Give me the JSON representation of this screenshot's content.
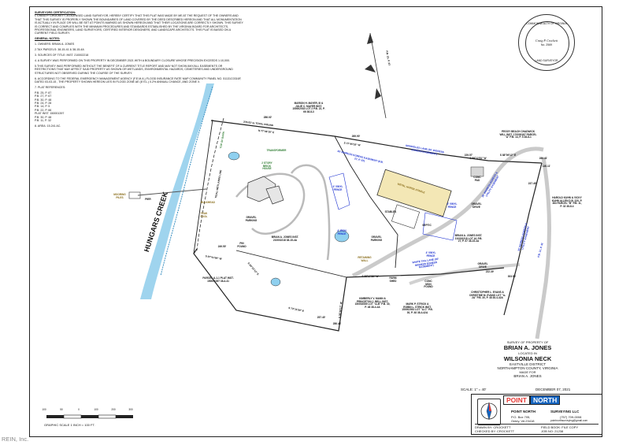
{
  "notes": {
    "cert_heading": "SURVEYORS CERTIFICATION:",
    "cert_text": "I, CRAIG P. CROCKETT, A LICENSED LAND SURVEYOR, HEREBY CERTIFY THAT THIS PLAT WAS MADE BY ME AT THE REQUEST OF THE OWNERS AND THAT THIS SURVEY IS PROPERLY SHOWN THE BOUNDARIES OF LAND COVERED BY THE DEED DESCRIBED HEREON AND THAT ALL MONUMENTATION IS ACTUALLY IN PLACE OR WILL BE SET AT POINTS MARKED AS SHOWN HEREON AND THAT THEIR LOCATIONS ARE CORRECTLY SHOWN. THIS SURVEY IS CORRECT AND COMPLIES WITH THE MINIMUM PROCEDURES AND STANDARDS ESTABLISHED BY THE VIRGINIA BOARD FOR ARCHITECTS, PROFESSIONAL ENGINEERS, LAND SURVEYORS, CERTIFIED INTERIOR DESIGNERS, AND LANDSCAPE ARCHITECTS. THIS PLAT IS BASED ON A CURRENT FIELD SURVEY.",
    "general_heading": "GENERAL NOTES:",
    "n1": "1. OWNERS: BRIAN A. JONES",
    "n2": "2.TAX PARCELS: 38-15-41 & 38-15-4A",
    "n3": "3. SOURCES OF TITLE: INST. 210002218",
    "n4": "4. A SURVEY WAS PERFORMED ON THIS PROPERTY IN DECEMBER 2021 WITH A BOUNDARY CLOSURE WHOSE PRECISION EXCEEDS 1:10,000.",
    "n5": "5.THIS SURVEY WAS PERFORMED WITHOUT THE BENEFIT OF A CURRENT TITLE REPORT AND MAY NOT SHOW ANY/ALL EASEMENTS OR RESTRICTIONS THAT MAY AFFECT SAID PROPERTY AS SHOWN OR WETLANDS, ENVIRONMENTAL HAZARDS, CEMETERIES AND UNDERGROUND STRUCTURES NOT OBSERVED DURING THE COURSE OF THE SURVEY.",
    "n6": "6. ACCORDING TO THE FEDERAL EMERGENCY MANAGEMENT AGENCY (F.E.M.A.) FLOOD INSURANCE RATE MAP COMMUNITY PANEL NO. 51131C0316F, DATED 03-03-15 , THE PROPERTY SHOWN HEREON LIES IN FLOOD ZONE AE (8' EL.) 0.2% ANNUAL CHANCE, AND ZONE X.",
    "n7": "7. PLAT REFERENCES:",
    "refs": [
      "P.B. 25, P. 87",
      "P.B. 27, P. 67",
      "P.B. 30, P. 48",
      "P.B. 24, P. 28",
      "P.B. 14, P. 5",
      "P.B. 22, P. 66",
      "PLAT INST. 150001397",
      "P.B. 30, P. 48",
      "P.B. 11, P. 32"
    ],
    "n8": "8. AREA: 15.241 AC."
  },
  "seal": {
    "ring_top": "COMMONWEALTH OF VIRGINIA",
    "name": "Craig P. Crockett",
    "number": "No. 2569",
    "ring_bottom": "LAND SURVEYOR"
  },
  "map_labels": {
    "creek": "HUNGARS CREEK",
    "north_arrow": "P.B. 15, P. 87",
    "wetlands": "TIDAL WETLANDS LINE",
    "owner_a": "MARION H. MAYER, III & JULIE C. MAYER INST. 150002033 LOT 2 P.B. 22, P. 66 38-8-3",
    "owner_b": "PEGGY BEACH CHADWICK WILL INST. 170000187 PARCEL \"A\" P.B. 14, P. 5 38-8-1",
    "owner_c": "HAROLD KUHN & VICKY KUHN ALLEN D.B. 220, P. 363 PARCEL \"B\" P.B. 11, P. 32 38-8-4",
    "owner_d": "BRIAN A. JONES INST. 210002218 38-15-4A",
    "owner_e": "BRIAN A. JONES INST. 210002218 LOT A1 P.B. 27, P. 67 38-15-4A",
    "owner_f": "PARCEL A-1-1 PLAT INST. 150001397 38-4-41",
    "owner_g": "KIMBERLY V. MANN & PRINCETON J. BELL INST. 150002069 LOT \"A-B\" P.B. 30, P. 48 38-4-4A",
    "owner_h": "MARK P. STRICK & ROBIN L. STRICK INST. 150002052 LOT \"A-C\" P.B. 30, P. 48 38-4-42A",
    "owner_i": "CHRISTOPHER L. EVANS & CHRISTINE M. EVANS LOT \"A-2A\" P.B. 30, P. 48 38-4-42A",
    "easement_1": "SPRINGLES LANE (30' INGRESS EGRESS EASEMENT)",
    "easement_2": "30' INGRESS EGRESS EASEMENT (P.B. 27, P. 67)",
    "easement_3": "WHITE TAIL LANE (30' INGRESS EGRESS EASEMENT)",
    "easement_4": "30' INGRESS EGRESS & UTILITY EASEMENT",
    "easement_5": "30' INGRESS EGRESS & UTILITY EASEMENT",
    "easement_6": "P.B. 11, P. 32",
    "fence_1": "4' VINYL FENCE",
    "fence_2": "4' VINYL FENCE",
    "fence_3": "4' VINYL FENCE",
    "fence_4": "4' IRON FENCE",
    "building_1": "METAL HORSE STABLE",
    "building_2": "2 STORY BRICK HOUSE",
    "building_3": "STABLES",
    "building_4": "SEPTIC",
    "building_5": "TRANSFORMER",
    "building_6": "PIER",
    "building_7": "MOORING PILES",
    "building_8": "GRAVEL PARKING",
    "building_9": "GRAVEL PARKING",
    "building_10": "RETAINING WALL",
    "building_11": "FARM SHED",
    "building_12": "TEAK POOL",
    "building_13": "BULKHEAD",
    "building_14": "CONC PAD",
    "building_15": "GRAVEL DRIVE",
    "building_16": "GRAVEL DRIVE",
    "building_17": "TOP OF BANK",
    "building_18": "CONC MON FOUND",
    "building_19": "PIN FOUND",
    "bearing_1": "279.83' to TOTAL BOUND",
    "bearing_2": "N 77°49'18\" E",
    "bearing_3": "S 89°12'51\" W",
    "bearing_4": "S 88°17'30\" W",
    "bearing_5": "S 88°09'12\" E",
    "bearing_6": "S 77°45'18\" W",
    "bearing_7": "S 87°41'59\" W",
    "bearing_8": "S 73°11'59\" E",
    "bearing_9": "S 05°15'17\" W",
    "bearing_10": "S 60°12'12\" E",
    "dist_1": "286.02'",
    "dist_2": "249.50'",
    "dist_3": "222.39'",
    "dist_4": "280.41'",
    "dist_5": "257.40'",
    "dist_6": "269.90'",
    "dist_7": "286.48'",
    "dist_8": "229.57'",
    "dist_9": "237.49'",
    "dist_10": "140.11'",
    "dist_11": "303.56'"
  },
  "survey_title": {
    "line1": "SURVEY OF PROPERTY OF",
    "line2": "BRIAN A. JONES",
    "line3": "LOCATED IN",
    "line4": "WILSONIA NECK",
    "line5": "EASTVILLE DISTRICT",
    "line6": "NORTHAMPTON COUNTY, VIRGINIA",
    "line7": "MADE FOR",
    "line8": "BRIAN A. JONES",
    "scale": "SCALE: 1\" = 40'",
    "date": "DECEMBER 07, 2021"
  },
  "title_block": {
    "logo_left": "POINT",
    "logo_right": "NORTH",
    "company_left": "POINT NORTH",
    "company_right": "SURVEYING LLC",
    "addr1": "P.O. Box 705,",
    "addr2": "Onley, VA 23418",
    "phone": "(757) 709-0008",
    "email": "pointnorthsurveying@gmail.com",
    "drawn": "DRAWN BY: CROCKETT",
    "field": "FIELD BOOK: FILE COPY",
    "checked": "CHECKED BY: CROCKETT",
    "job": "JOB NO: 21238"
  },
  "graphic_scale": {
    "ticks": [
      "100",
      "50",
      "0",
      "100",
      "200",
      "300"
    ],
    "caption": "GRAPHIC SCALE       1 INCH = 100 FT."
  },
  "watermark": "REIN, Inc."
}
